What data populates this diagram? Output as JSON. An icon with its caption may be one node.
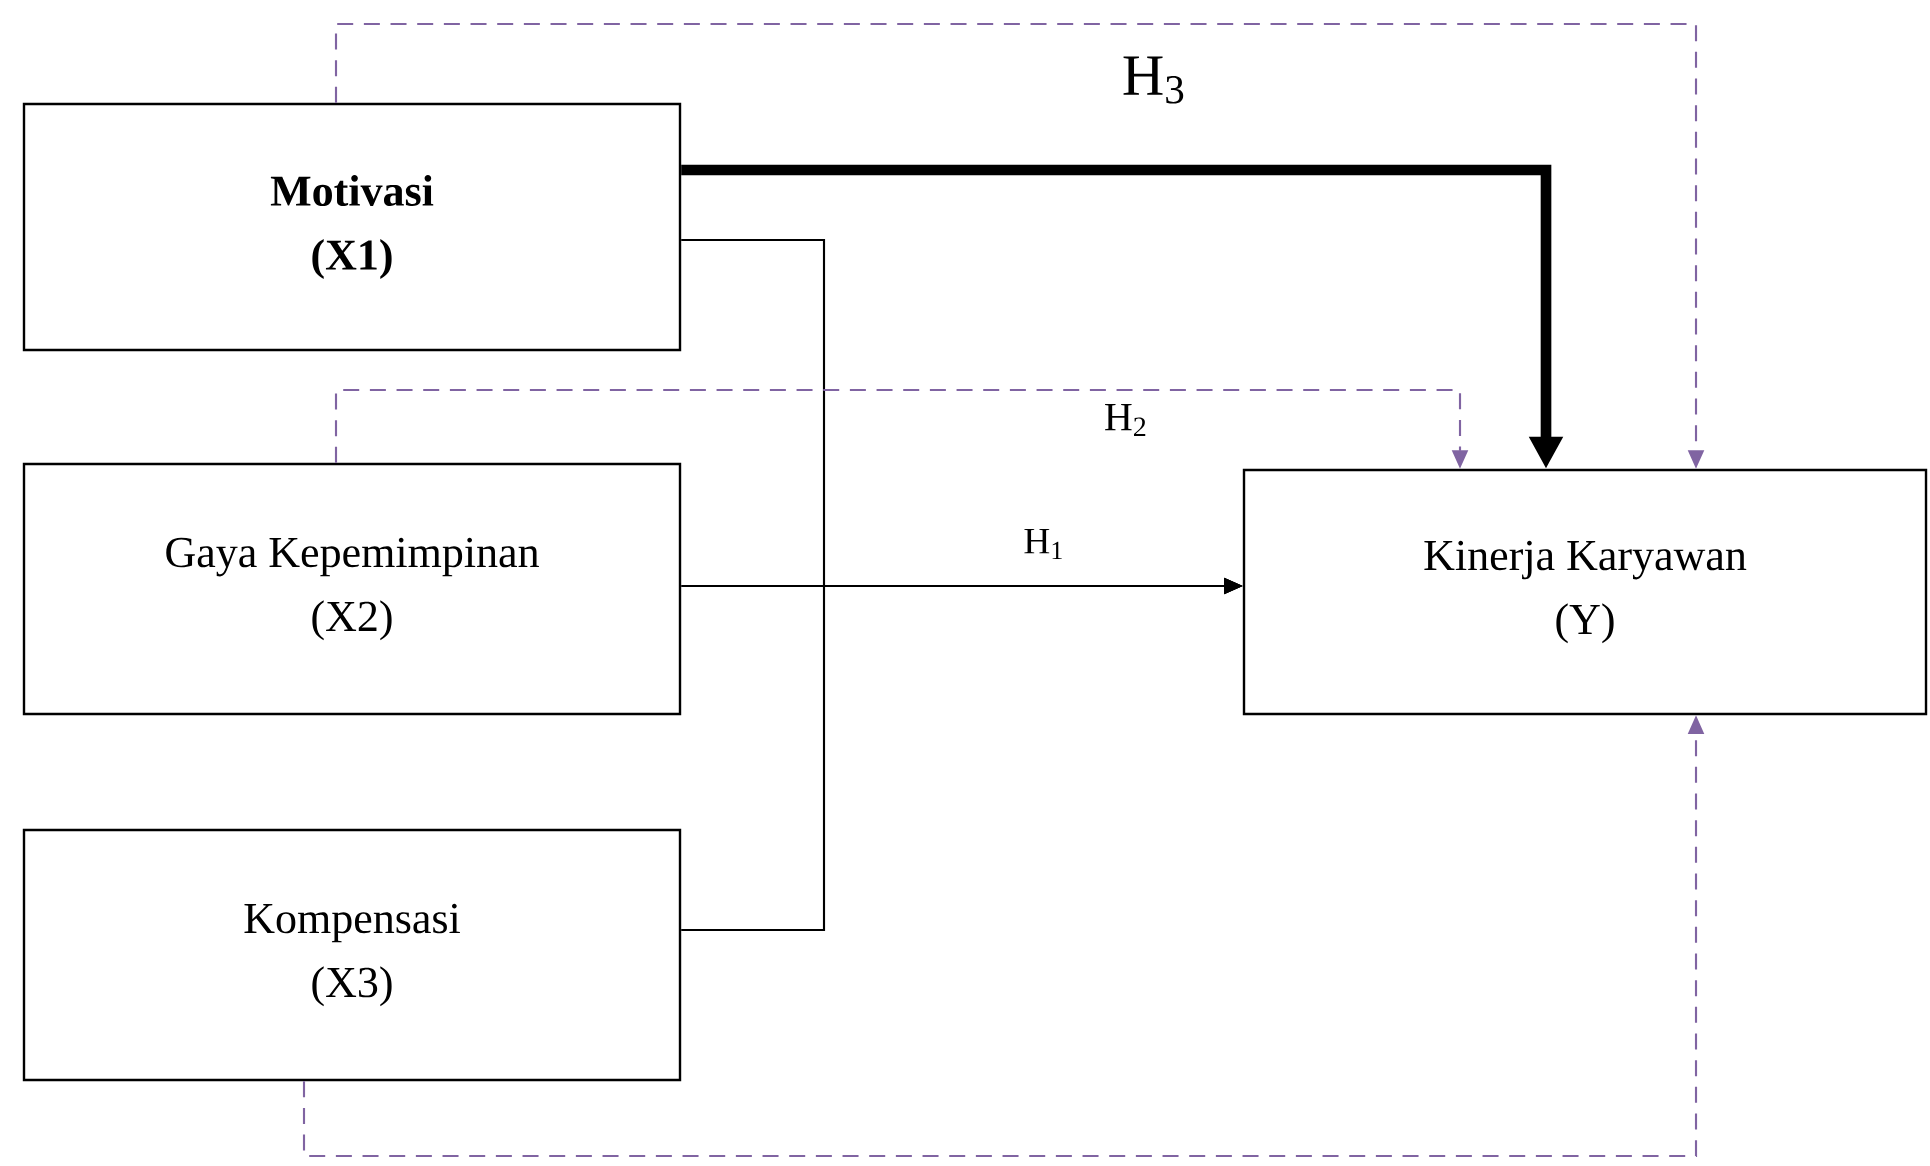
{
  "diagram": {
    "nodes": [
      {
        "text": [
          "Motivasi",
          "(X1)"
        ]
      },
      {
        "text": [
          "Gaya Kepemimpinan",
          "(X2)"
        ]
      },
      {
        "text": [
          "Kompensasi",
          "(X3)"
        ]
      },
      {
        "text": [
          "Kinerja Karyawan",
          "(Y)"
        ]
      }
    ],
    "edges": [
      {
        "from": 0,
        "to": 3,
        "arrow": "to",
        "style": "thick"
      },
      {
        "from": 0,
        "to": 3,
        "arrow": "to"
      },
      {
        "from": 1,
        "to": 3,
        "arrow": "to",
        "label": "H$_{1}$"
      },
      {
        "from": 2,
        "to": 3,
        "arrow": "to"
      },
      {
        "from": 0,
        "to": 3,
        "arrow": "to",
        "style": "dashed",
        "color": "#8064a2",
        "label": "H$_{3}$"
      },
      {
        "from": 1,
        "to": 3,
        "arrow": "to",
        "style": "dashed",
        "color": "#8064a2",
        "label": "H$_{2}$"
      },
      {
        "from": 2,
        "to": 3,
        "arrow": "to",
        "style": "dashed",
        "color": "#8064a2"
      }
    ]
  }
}
